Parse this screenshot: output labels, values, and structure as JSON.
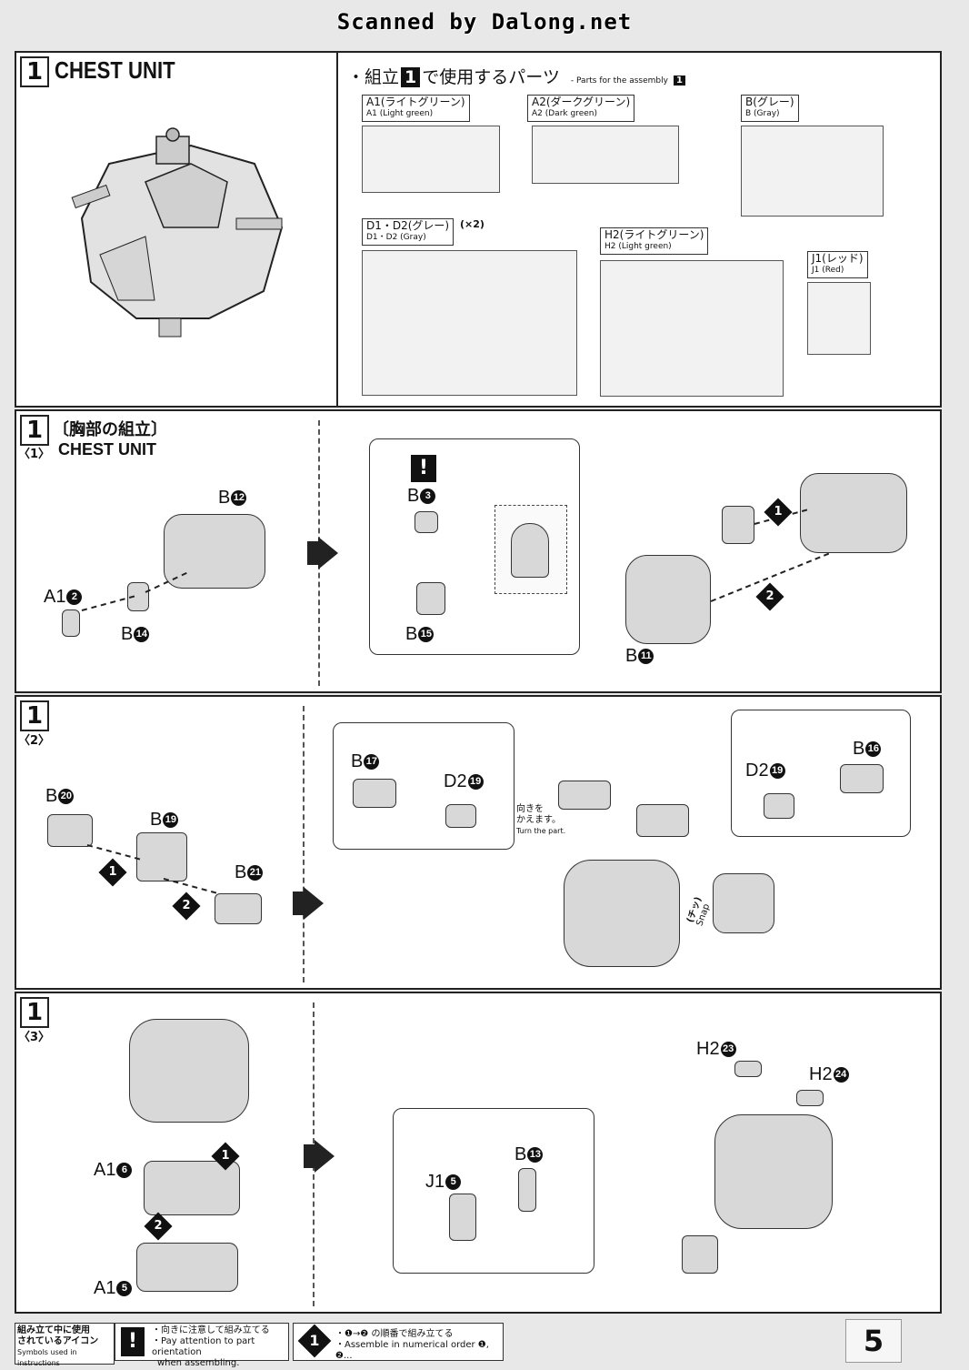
{
  "watermark": "Scanned by Dalong.net",
  "header": {
    "step_number": "1",
    "title": "CHEST UNIT"
  },
  "parts_list": {
    "heading": "・組立",
    "heading_num": "1",
    "heading_suffix": "で使用するパーツ",
    "heading_en": "- Parts for the assembly",
    "heading_en_num": "1",
    "sprues": [
      {
        "jp": "A1(ライトグリーン)",
        "en": "A1 (Light green)"
      },
      {
        "jp": "A2(ダークグリーン)",
        "en": "A2 (Dark green)"
      },
      {
        "jp": "B(グレー)",
        "en": "B (Gray)"
      },
      {
        "jp": "D1・D2(グレー)",
        "en": "D1・D2 (Gray)",
        "qty": "(×2)"
      },
      {
        "jp": "H2(ライトグリーン)",
        "en": "H2 (Light green)"
      },
      {
        "jp": "J1(レッド)",
        "en": "J1 (Red)"
      }
    ]
  },
  "step1": {
    "num": "1",
    "sub": "〈1〉",
    "title_jp": "〔胸部の組立〕",
    "title_en": "CHEST UNIT",
    "labels": {
      "b12": "B",
      "b12n": "12",
      "a12": "A1",
      "a12n": "2",
      "b14": "B",
      "b14n": "14",
      "b3": "B",
      "b3n": "3",
      "b15": "B",
      "b15n": "15",
      "b11": "B",
      "b11n": "11",
      "o1": "1",
      "o2": "2",
      "warn": "!"
    }
  },
  "step2": {
    "num": "1",
    "sub": "〈2〉",
    "labels": {
      "b20": "B",
      "b20n": "20",
      "b19": "B",
      "b19n": "19",
      "b21": "B",
      "b21n": "21",
      "b17": "B",
      "b17n": "17",
      "d219a": "D2",
      "d219an": "19",
      "d219b": "D2",
      "d219bn": "19",
      "b16": "B",
      "b16n": "16",
      "o1": "1",
      "o2": "2",
      "turn_jp1": "向きを",
      "turn_jp2": "かえます。",
      "turn_en": "Turn the part.",
      "snap_jp": "(チッ)",
      "snap_en": "Snap"
    }
  },
  "step3": {
    "num": "1",
    "sub": "〈3〉",
    "labels": {
      "a16": "A1",
      "a16n": "6",
      "a15": "A1",
      "a15n": "5",
      "j15": "J1",
      "j15n": "5",
      "b13": "B",
      "b13n": "13",
      "h223": "H2",
      "h223n": "23",
      "h224": "H2",
      "h224n": "24",
      "o1": "1",
      "o2": "2"
    }
  },
  "footer": {
    "icons_jp1": "組み立て中に使用",
    "icons_jp2": "されているアイコン",
    "icons_en": "Symbols used in instructions",
    "warn_symbol": "!",
    "warn_jp": "・向きに注意して組み立てる",
    "warn_en1": "・Pay attention to part orientation",
    "warn_en2": "when assembling.",
    "order_symbol": "1",
    "order_jp": "・❶→❷ の順番で組み立てる",
    "order_en": "・Assemble in numerical order ❶, ❷..."
  },
  "page_number": "5"
}
